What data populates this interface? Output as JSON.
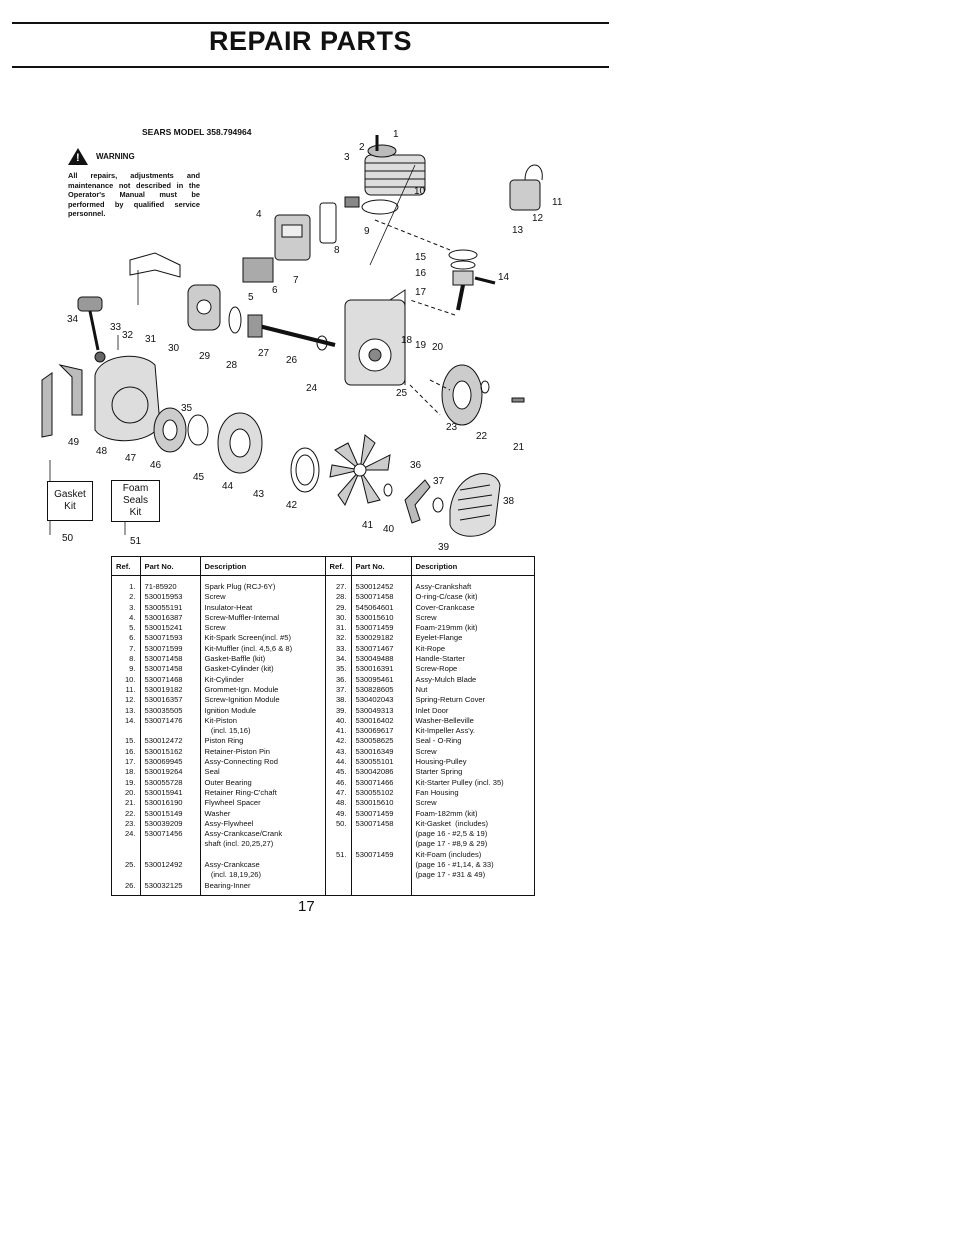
{
  "header": {
    "title": "REPAIR PARTS"
  },
  "model": "SEARS MODEL 358.794964",
  "warning": {
    "label": "WARNING",
    "text": "All repairs, adjustments and maintenance not described in the Operator's Manual must be performed by qualified service personnel."
  },
  "kits": {
    "gasket": "Gasket Kit",
    "foam": "Foam Seals Kit"
  },
  "callouts": [
    "1",
    "2",
    "3",
    "4",
    "5",
    "6",
    "7",
    "8",
    "9",
    "10",
    "11",
    "12",
    "13",
    "14",
    "15",
    "16",
    "17",
    "18",
    "19",
    "20",
    "21",
    "22",
    "23",
    "24",
    "25",
    "26",
    "27",
    "28",
    "29",
    "30",
    "31",
    "32",
    "33",
    "34",
    "35",
    "36",
    "37",
    "38",
    "39",
    "40",
    "41",
    "42",
    "43",
    "44",
    "45",
    "46",
    "47",
    "48",
    "49",
    "50",
    "51"
  ],
  "table": {
    "headers": {
      "ref": "Ref.",
      "part": "Part No.",
      "desc": "Description"
    },
    "left": {
      "refs": "1.\n2.\n3.\n4.\n5.\n6.\n7.\n8.\n9.\n10.\n11.\n12.\n13.\n14.\n\n15.\n16.\n17.\n18.\n19.\n20.\n21.\n22.\n23.\n24.\n\n\n25.\n\n26.",
      "parts": "71-85920\n530015953\n530055191\n530016387\n530015241\n530071593\n530071599\n530071458\n530071458\n530071468\n530019182\n530016357\n530035505\n530071476\n\n530012472\n530015162\n530069945\n530019264\n530055728\n530015941\n530016190\n530015149\n530039209\n530071456\n\n\n530012492\n\n530032125",
      "descs": "Spark Plug (RCJ-6Y)\nScrew\nInsulator-Heat\nScrew-Muffler-Internal\nScrew\nKit-Spark Screen(incl. #5)\nKit-Muffler (incl. 4,5,6 & 8)\nGasket-Baffle (kit)\nGasket-Cylinder (kit)\nKit-Cylinder\nGrommet-Ign. Module\nScrew-Ignition Module\nIgnition Module\nKit-Piston\n   (incl. 15,16)\nPiston Ring\nRetainer-Piston Pin\nAssy-Connecting Rod\nSeal\nOuter Bearing\nRetainer Ring-C'chaft\nFlywheel Spacer\nWasher\nAssy-Flywheel\nAssy-Crankcase/Crank\nshaft (incl. 20,25,27)\n\nAssy-Crankcase\n   (incl. 18,19,26)\nBearing-Inner"
    },
    "right": {
      "refs": "27.\n28.\n29.\n30.\n31.\n32.\n33.\n34.\n35.\n36.\n37.\n38.\n39.\n40.\n41.\n42.\n43.\n44.\n45.\n46.\n47.\n48.\n49.\n50.\n\n\n51.",
      "parts": "530012452\n530071458\n545064601\n530015610\n530071459\n530029182\n530071467\n530049488\n530016391\n530095461\n530828605\n530402043\n530049313\n530016402\n530069617\n530058625\n530016349\n530055101\n530042086\n530071466\n530055102\n530015610\n530071459\n530071458\n\n\n530071459",
      "descs": "Assy-Crankshaft\nO-ring-C/case (kit)\nCover-Crankcase\nScrew\nFoam-219mm (kit)\nEyelet-Flange\nKit-Rope\nHandle-Starter\nScrew-Rope\nAssy-Mulch Blade\nNut\nSpring-Return Cover\nInlet Door\nWasher-Belleville\nKit-Impeller Ass'y.\nSeal - O-Ring\nScrew\nHousing-Pulley\nStarter Spring\nKit-Starter Pulley (incl. 35)\nFan Housing\nScrew\nFoam-182mm (kit)\nKit-Gasket  (includes)\n(page 16 - #2,5 & 19)\n(page 17 - #8,9 & 29)\nKit-Foam (includes)\n(page 16 - #1,14, & 33)\n(page 17 - #31 & 49)"
    }
  },
  "page_number": "17"
}
